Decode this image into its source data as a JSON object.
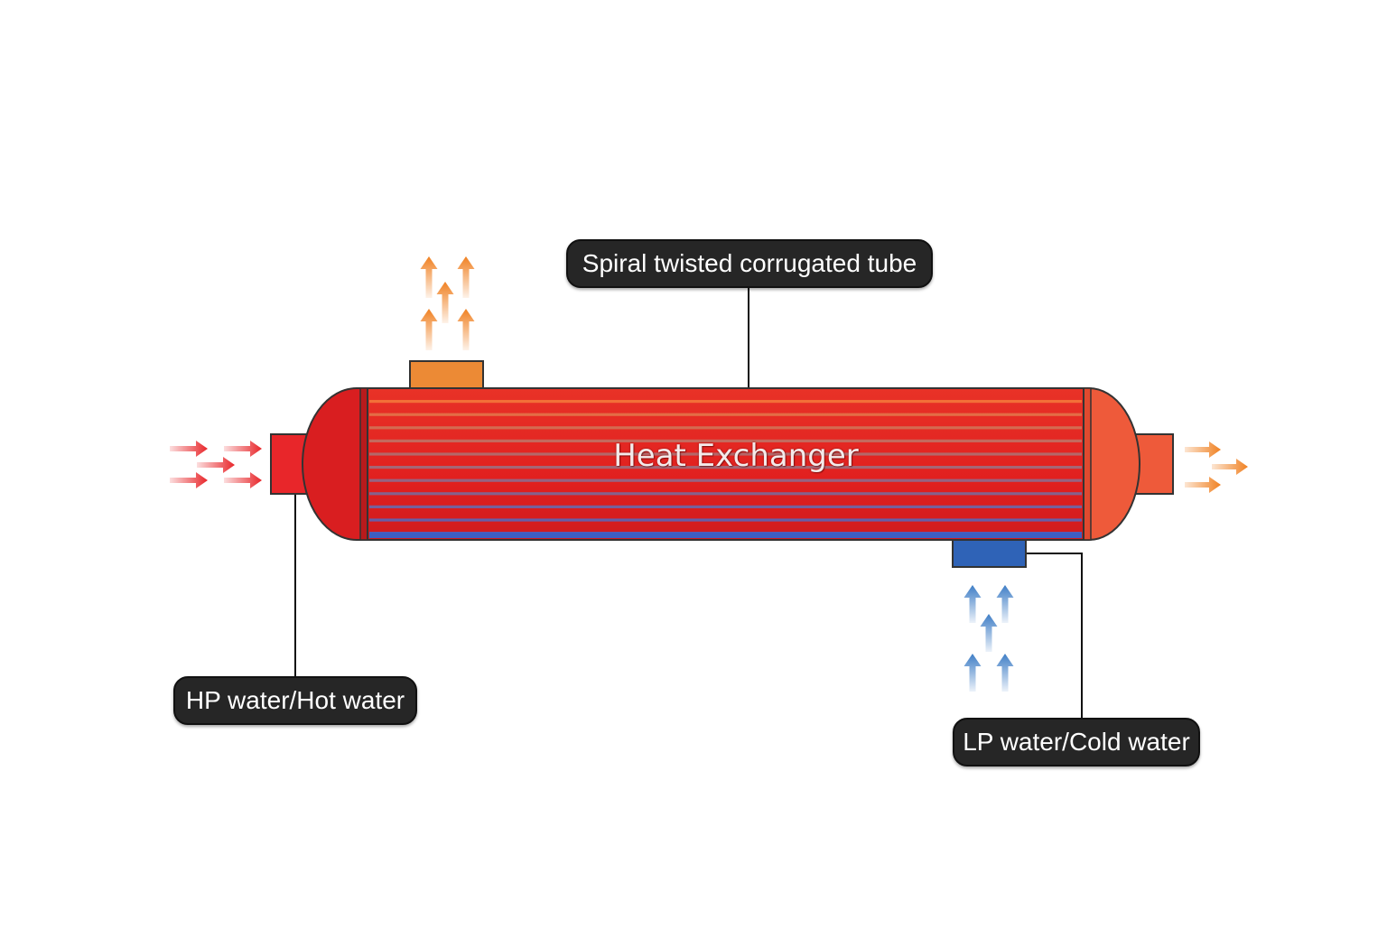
{
  "diagram": {
    "title": "Heat Exchanger",
    "labels": {
      "tube": "Spiral twisted corrugated tube",
      "hot": "HP water/Hot water",
      "cold": "LP water/Cold water"
    },
    "colors": {
      "shell_red": "#e42320",
      "shell_dark": "#d61e1c",
      "end_cap_right": "#ee5a3a",
      "hot_outlet": "#ec8a35",
      "cold_inlet": "#2f63b7",
      "hot_arrow": "#e8262a",
      "warm_arrow": "#f08122",
      "cold_arrow": "#3f7ec6",
      "stripe_orange": "#f47b3c",
      "stripe_blue": "#5a6fc9",
      "callout_bg": "#262626",
      "leader": "#111111"
    },
    "icons": {
      "inlet_flow": "arrow-right-icon",
      "outlet_flow": "arrow-right-icon",
      "vapor_flow": "arrow-up-icon",
      "cold_flow": "arrow-up-icon"
    }
  }
}
